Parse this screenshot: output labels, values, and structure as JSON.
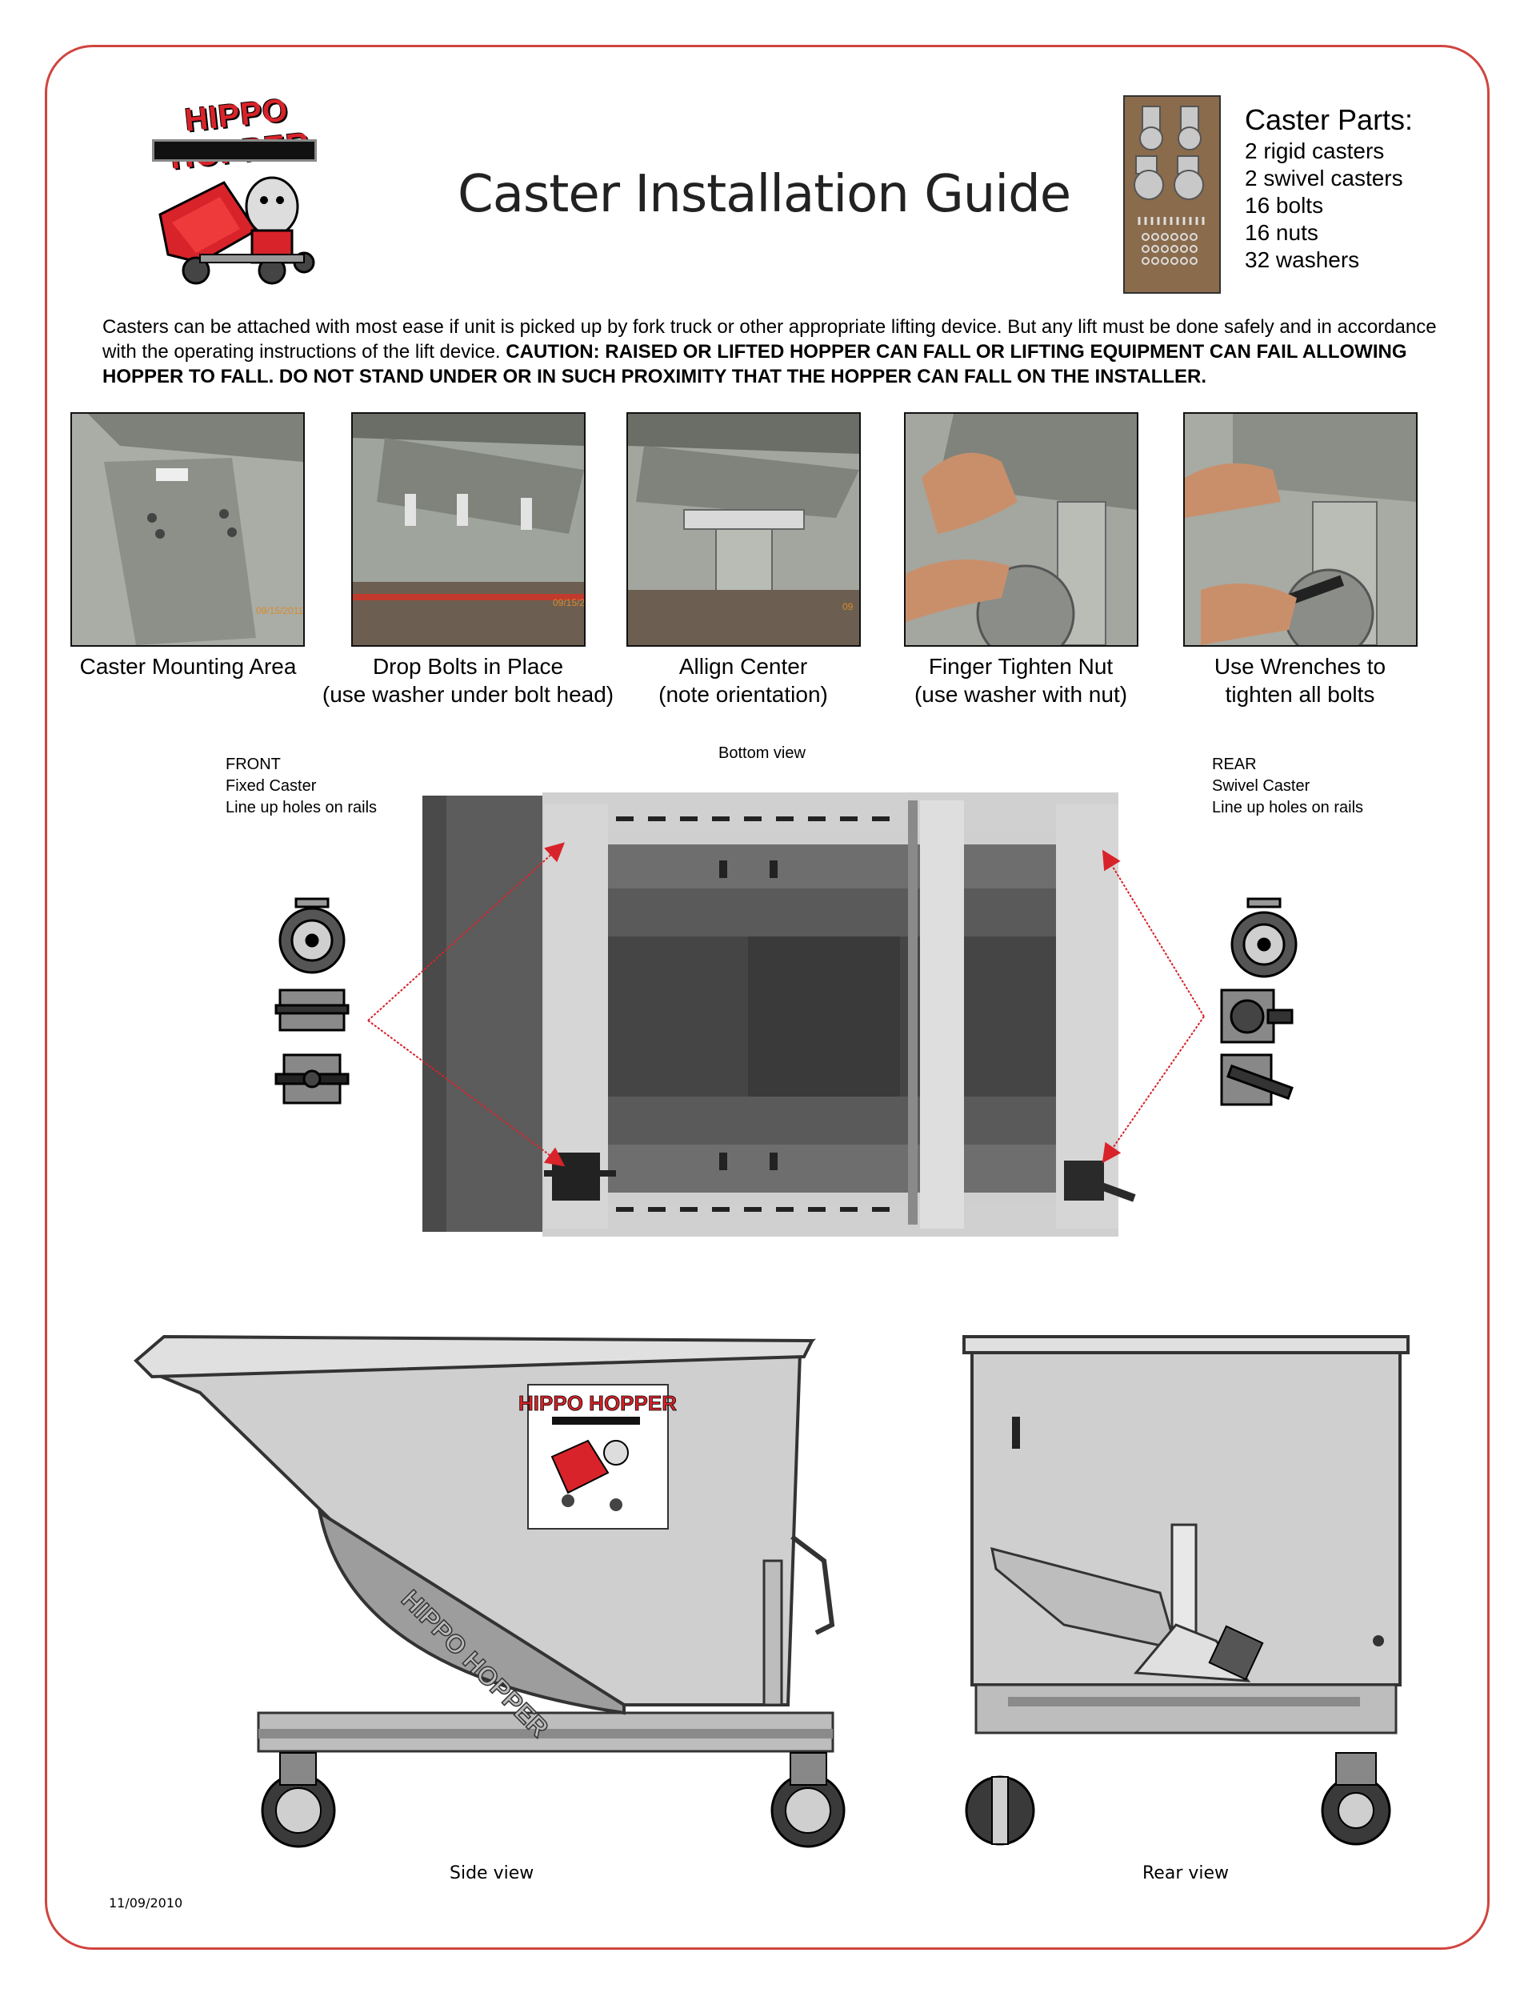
{
  "logo": {
    "text": "HIPPO HOPPER"
  },
  "title": "Caster Installation Guide",
  "caster_parts": {
    "heading": "Caster Parts:",
    "items": [
      "2 rigid casters",
      "2 swivel casters",
      "16 bolts",
      "16 nuts",
      "32 washers"
    ]
  },
  "intro": {
    "normal": "Casters can be attached with most ease if unit is picked up by fork truck or other appropriate lifting device. But any lift must be done safely and in accordance with the operating instructions of the lift device. ",
    "caution": "CAUTION: RAISED OR LIFTED HOPPER CAN FALL OR LIFTING EQUIPMENT CAN FAIL ALLOWING HOPPER TO FALL. DO NOT STAND UNDER OR IN SUCH PROXIMITY THAT THE HOPPER CAN FALL ON THE INSTALLER."
  },
  "steps": [
    {
      "line1": "Caster Mounting Area",
      "line2": "",
      "stamp": "09/15/2011"
    },
    {
      "line1": "Drop Bolts in Place",
      "line2": "(use washer under bolt head)",
      "stamp": "09/15/2"
    },
    {
      "line1": "Allign Center",
      "line2": "(note orientation)",
      "stamp": "09"
    },
    {
      "line1": "Finger Tighten Nut",
      "line2": "(use washer with nut)",
      "stamp": ""
    },
    {
      "line1": "Use Wrenches to",
      "line2": "tighten all bolts",
      "stamp": ""
    }
  ],
  "bottom_view": {
    "label": "Bottom view",
    "front": {
      "line1": "FRONT",
      "line2": "Fixed Caster",
      "line3": "Line up holes on rails"
    },
    "rear": {
      "line1": "REAR",
      "line2": "Swivel Caster",
      "line3": "Line up holes on rails"
    }
  },
  "side_view_label": "Side view",
  "rear_view_label": "Rear view",
  "hopper_decal_text": "HIPPO HOPPER",
  "date": "11/09/2010",
  "colors": {
    "frame": "#d0453f",
    "brand_red": "#d8232a",
    "hopper_gray": "#cfcfcf",
    "arrow": "#d8232a"
  }
}
